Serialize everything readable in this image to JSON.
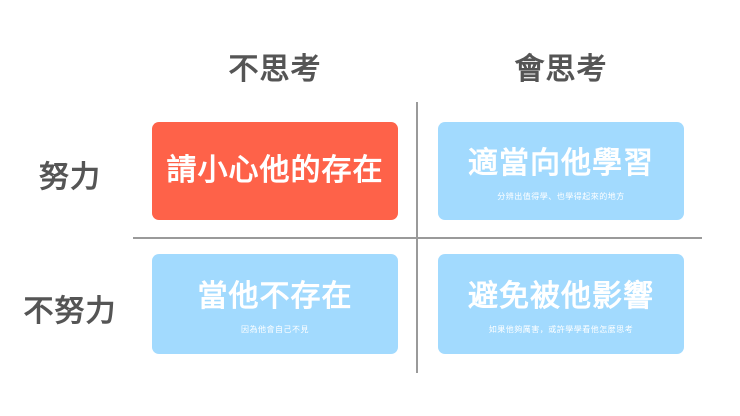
{
  "columns": [
    {
      "label": "不思考"
    },
    {
      "label": "會思考"
    }
  ],
  "rows": [
    {
      "label": "努力"
    },
    {
      "label": "不努力"
    }
  ],
  "cells": [
    {
      "title": "請小心他的存在",
      "subtitle": "",
      "color": "#fe6249"
    },
    {
      "title": "適當向他學習",
      "subtitle": "分辨出值得學、也學得起來的地方",
      "color": "#a2dafe"
    },
    {
      "title": "當他不存在",
      "subtitle": "因為他會自己不見",
      "color": "#a2dafe"
    },
    {
      "title": "避免被他影響",
      "subtitle": "如果他夠厲害，或許學學看他怎麼思考",
      "color": "#a2dafe"
    }
  ],
  "colors": {
    "header_text": "#555555",
    "axis": "#9a9a9a",
    "highlight": "#fe6249",
    "default": "#a2dafe"
  }
}
